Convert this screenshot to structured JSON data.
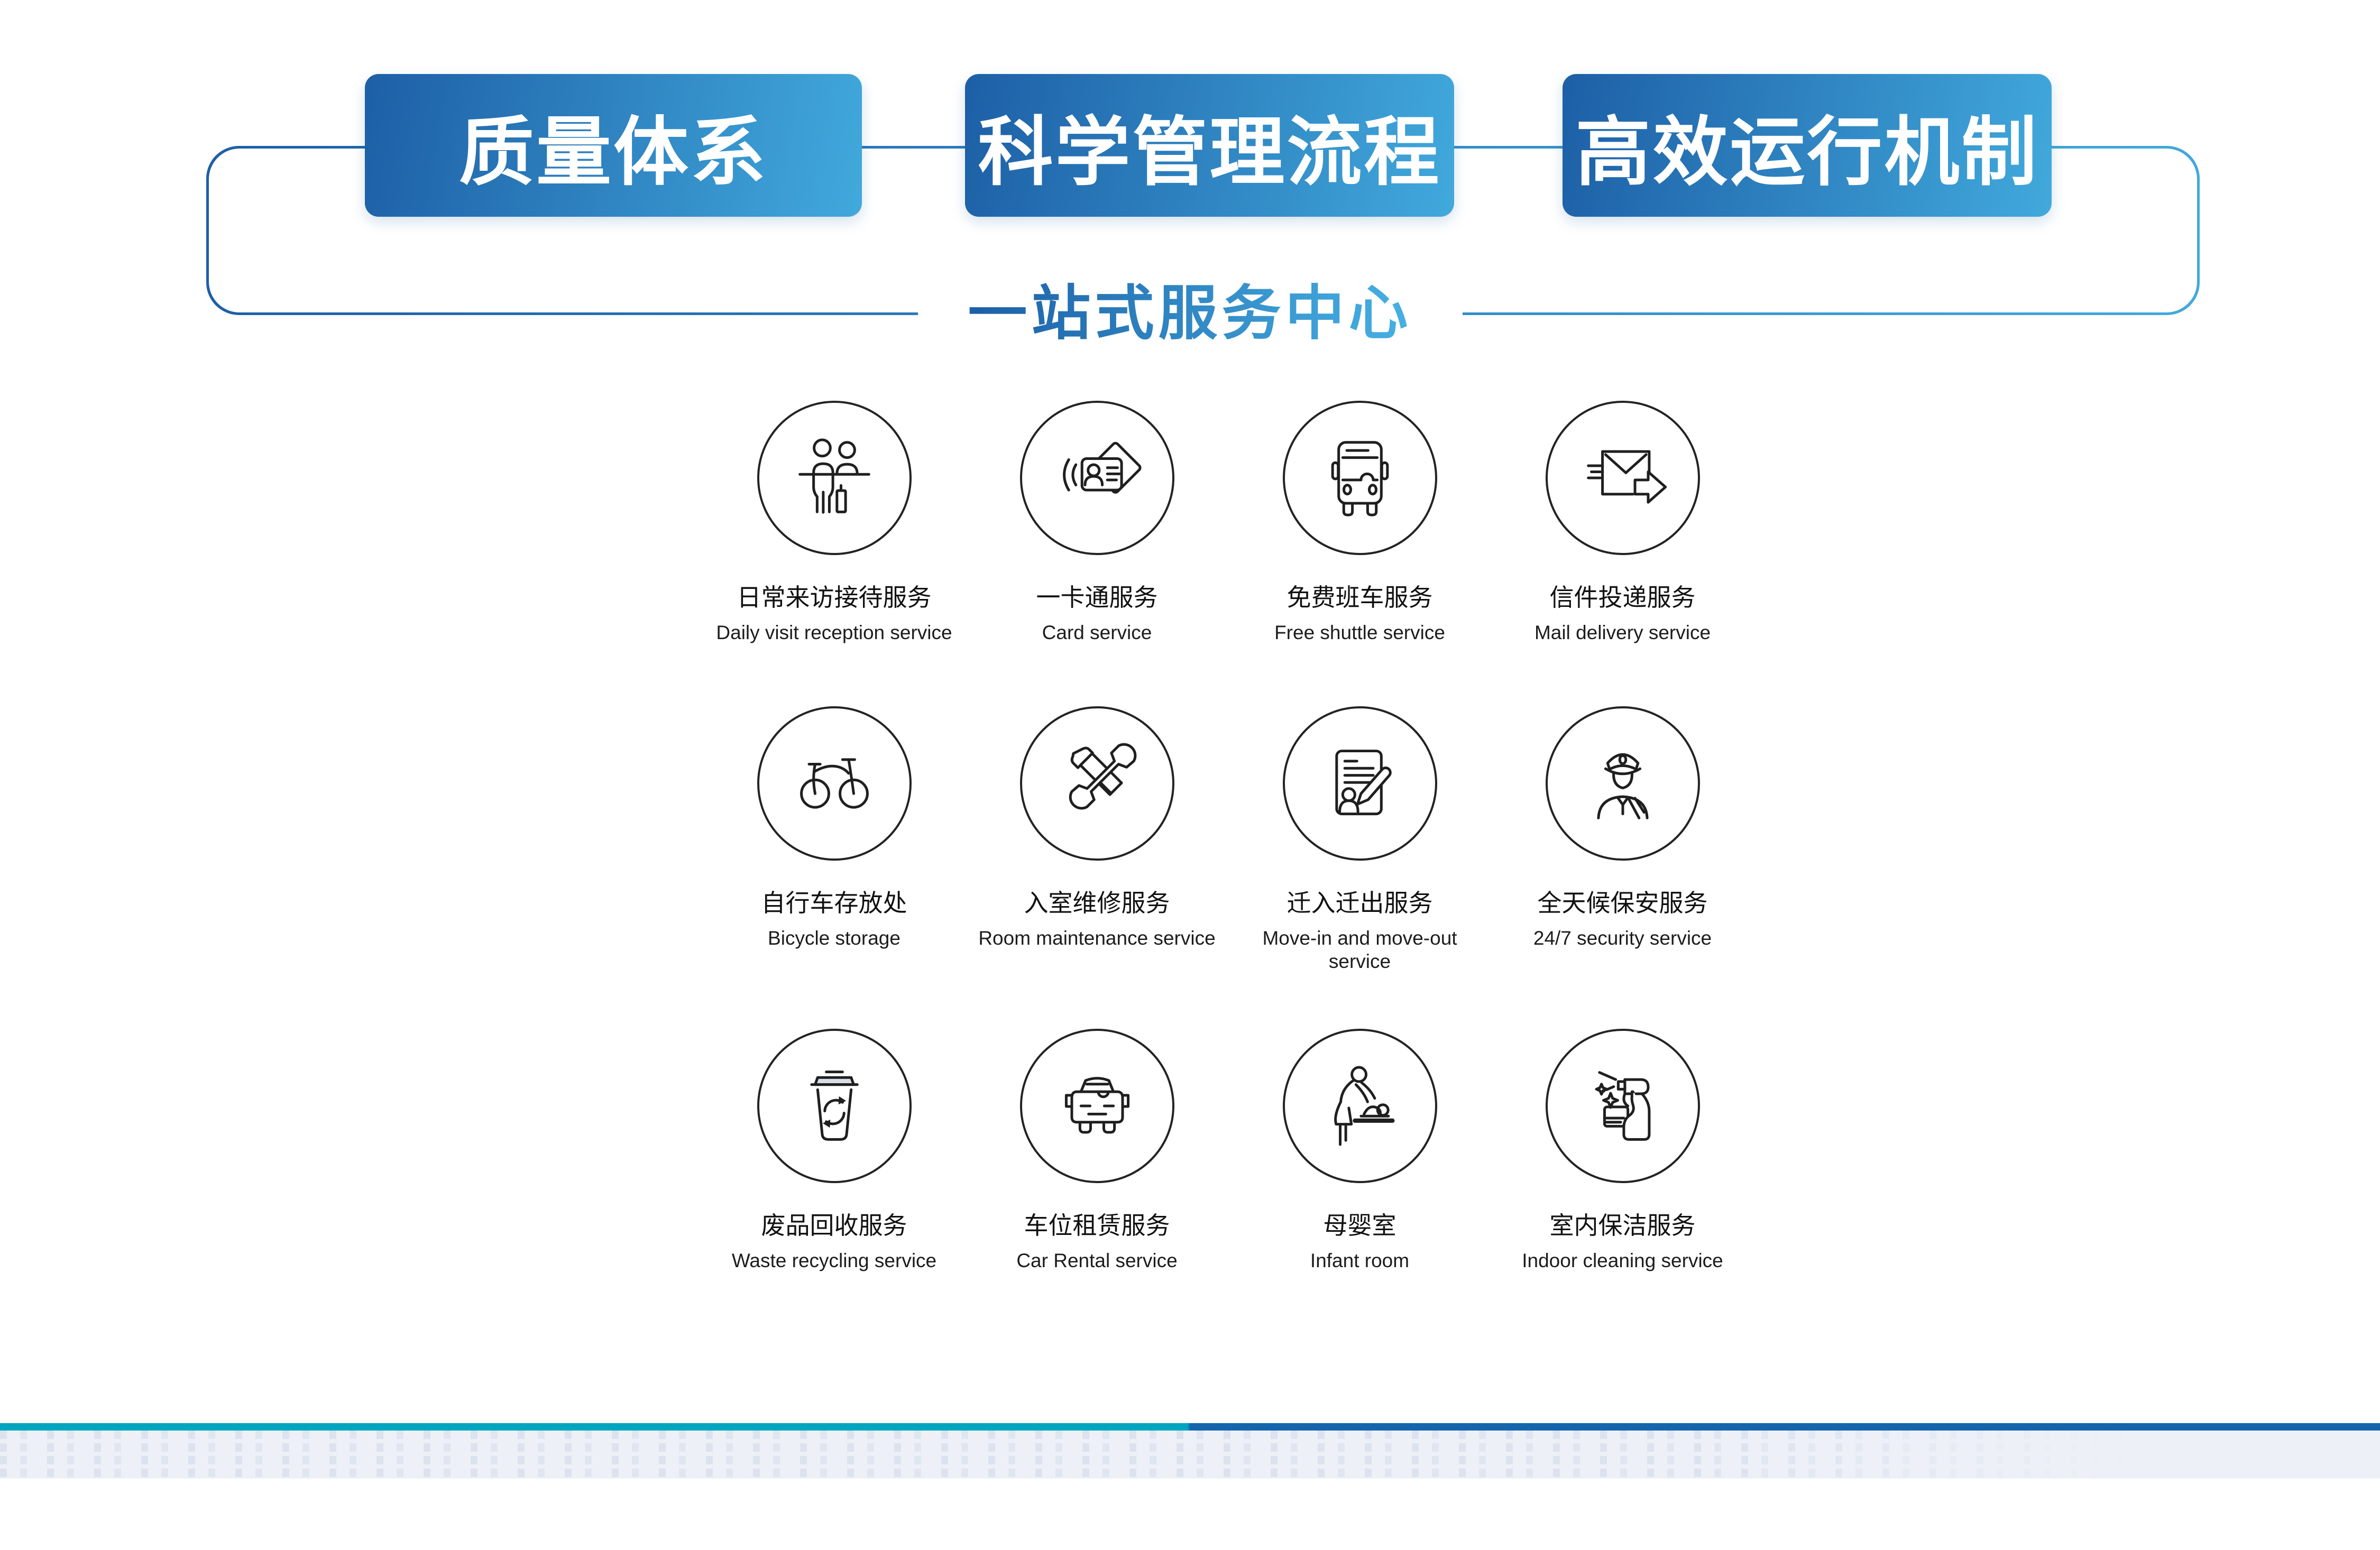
{
  "header": {
    "buttons": [
      {
        "label": "质量体系"
      },
      {
        "label": "科学管理流程"
      },
      {
        "label": "高效运行机制"
      }
    ],
    "title": "一站式服务中心"
  },
  "services": [
    {
      "zh": "日常来访接待服务",
      "en": "Daily visit reception service",
      "icon": "reception-desk-icon"
    },
    {
      "zh": "一卡通服务",
      "en": "Card service",
      "icon": "contactless-id-card-icon"
    },
    {
      "zh": "免费班车服务",
      "en": "Free shuttle service",
      "icon": "shuttle-bus-icon"
    },
    {
      "zh": "信件投递服务",
      "en": "Mail delivery service",
      "icon": "mail-forward-icon"
    },
    {
      "zh": "自行车存放处",
      "en": "Bicycle storage",
      "icon": "bicycle-icon"
    },
    {
      "zh": "入室维修服务",
      "en": "Room maintenance service",
      "icon": "wrench-screwdriver-icon"
    },
    {
      "zh": "迁入迁出服务",
      "en": "Move-in and move-out service",
      "icon": "document-signing-icon"
    },
    {
      "zh": "全天候保安服务",
      "en": "24/7 security service",
      "icon": "security-guard-icon"
    },
    {
      "zh": "废品回收服务",
      "en": "Waste recycling service",
      "icon": "recycle-bin-icon"
    },
    {
      "zh": "车位租赁服务",
      "en": "Car Rental service",
      "icon": "car-front-icon"
    },
    {
      "zh": "母婴室",
      "en": "Infant room",
      "icon": "baby-changing-icon"
    },
    {
      "zh": "室内保洁服务",
      "en": "Indoor cleaning service",
      "icon": "spray-cleaner-icon"
    }
  ],
  "colors": {
    "button_gradient_start": "#1d5fa6",
    "button_gradient_end": "#41a9dc",
    "frame_line_start": "#1d5fa6",
    "frame_line_end": "#41a9dc",
    "title_gradient_start": "#1b5fa6",
    "title_gradient_end": "#47b1e3",
    "footer_teal": "#00a6bf",
    "footer_blue": "#1465ae",
    "footer_band": "#edf1f7",
    "icon_line": "#1f1f1f"
  }
}
